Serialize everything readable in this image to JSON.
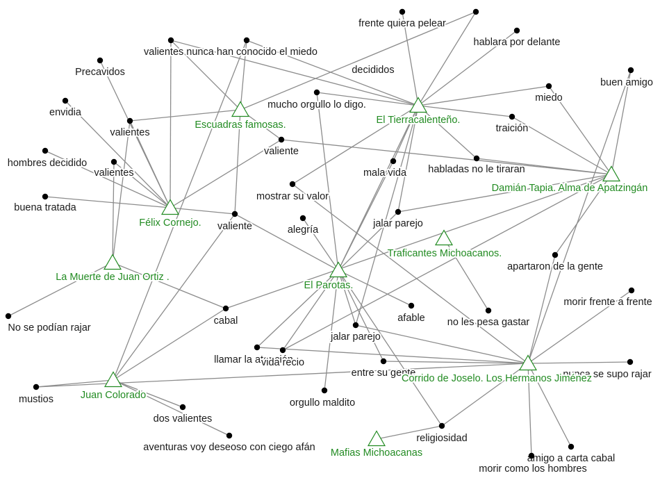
{
  "colors": {
    "edge": "#8c8c8c",
    "concept": "#000000",
    "song": "#228b22"
  },
  "songs": [
    {
      "id": "s_escuadras",
      "label": "Escuadras famosas."
    },
    {
      "id": "s_tierra",
      "label": "El Tierracalenteño."
    },
    {
      "id": "s_felix",
      "label": "Félix Cornejo."
    },
    {
      "id": "s_damian",
      "label": "Damián Tapia. Alma de Apatzingán"
    },
    {
      "id": "s_trafic",
      "label": "Traficantes Michoacanos."
    },
    {
      "id": "s_muerte",
      "label": "La Muerte de Juan Ortiz ."
    },
    {
      "id": "s_parotas",
      "label": "El Parotas."
    },
    {
      "id": "s_joselo",
      "label": "Corrido de Joselo. Los Hermanos Jiménez"
    },
    {
      "id": "s_colorado",
      "label": "Juan Colorado"
    },
    {
      "id": "s_mafias",
      "label": "Mafias Michoacanas"
    }
  ],
  "concepts": [
    {
      "id": "c_frente_quiera",
      "label": "frente quiera pelear"
    },
    {
      "id": "c_blank_top",
      "label": ""
    },
    {
      "id": "c_hablara",
      "label": "hablara por delante"
    },
    {
      "id": "c_valientes_nunca",
      "label": "valientes nunca han conocido el miedo"
    },
    {
      "id": "c_precavidos",
      "label": "Precavidos"
    },
    {
      "id": "c_decididos",
      "label": "decididos"
    },
    {
      "id": "c_buen_amigo",
      "label": "buen amigo"
    },
    {
      "id": "c_mucho_orgullo",
      "label": "mucho orgullo lo digo."
    },
    {
      "id": "c_miedo",
      "label": "miedo"
    },
    {
      "id": "c_envidia",
      "label": "envidia"
    },
    {
      "id": "c_valientes1",
      "label": "valientes"
    },
    {
      "id": "c_traicion",
      "label": "traición"
    },
    {
      "id": "c_valiente_top",
      "label": "valiente"
    },
    {
      "id": "c_hombres",
      "label": "hombres decidido"
    },
    {
      "id": "c_valientes2",
      "label": "valientes"
    },
    {
      "id": "c_mala_vida",
      "label": "mala vida"
    },
    {
      "id": "c_habladas",
      "label": "habladas no le tiraran"
    },
    {
      "id": "c_buena_tratada",
      "label": "buena tratada"
    },
    {
      "id": "c_mostrar",
      "label": "mostrar su valor"
    },
    {
      "id": "c_valiente_mid",
      "label": "valiente"
    },
    {
      "id": "c_jalar1",
      "label": "jalar parejo"
    },
    {
      "id": "c_alegria",
      "label": "alegría"
    },
    {
      "id": "c_apartaron",
      "label": "apartaron de la gente"
    },
    {
      "id": "c_morir_frente",
      "label": "morir frente a frente"
    },
    {
      "id": "c_cabal",
      "label": "cabal"
    },
    {
      "id": "c_afable",
      "label": "afable"
    },
    {
      "id": "c_no_pesa",
      "label": "no les pesa gastar"
    },
    {
      "id": "c_no_rajar",
      "label": "No se podían rajar"
    },
    {
      "id": "c_jalar2",
      "label": "jalar parejo"
    },
    {
      "id": "c_llamar",
      "label": "llamar la atención"
    },
    {
      "id": "c_vida_recio",
      "label": "vida recio"
    },
    {
      "id": "c_entre_gente",
      "label": "entre su gente"
    },
    {
      "id": "c_nunca_rajar",
      "label": "nunca se supo rajar"
    },
    {
      "id": "c_mustios",
      "label": "mustios"
    },
    {
      "id": "c_orgullo_maldito",
      "label": "orgullo maldito"
    },
    {
      "id": "c_dos_valientes",
      "label": "dos valientes"
    },
    {
      "id": "c_aventuras",
      "label": "aventuras voy deseoso con ciego afán"
    },
    {
      "id": "c_religiosidad",
      "label": "religiosidad"
    },
    {
      "id": "c_amigo_cabal",
      "label": "amigo a carta cabal"
    },
    {
      "id": "c_morir_como",
      "label": "morir como los hombres"
    }
  ],
  "edges": [
    [
      "s_escuadras",
      "c_valientes_nunca"
    ],
    [
      "s_escuadras",
      "c_blank_top"
    ],
    [
      "s_escuadras",
      "c_valientes1"
    ],
    [
      "s_escuadras",
      "c_valiente_top"
    ],
    [
      "s_escuadras",
      "c_valiente_mid"
    ],
    [
      "s_escuadras",
      "c_decididos"
    ],
    [
      "s_tierra",
      "c_frente_quiera"
    ],
    [
      "s_tierra",
      "c_hablara"
    ],
    [
      "s_tierra",
      "c_valientes_nunca"
    ],
    [
      "s_tierra",
      "c_decididos"
    ],
    [
      "s_tierra",
      "c_mucho_orgullo"
    ],
    [
      "s_tierra",
      "c_miedo"
    ],
    [
      "s_tierra",
      "c_traicion"
    ],
    [
      "s_tierra",
      "c_habladas"
    ],
    [
      "s_tierra",
      "c_mala_vida"
    ],
    [
      "s_tierra",
      "c_mostrar"
    ],
    [
      "s_tierra",
      "c_jalar1"
    ],
    [
      "s_tierra",
      "c_jalar2"
    ],
    [
      "s_tierra",
      "s_parotas"
    ],
    [
      "s_tierra",
      "c_blank_top"
    ],
    [
      "s_felix",
      "c_precavidos"
    ],
    [
      "s_felix",
      "c_envidia"
    ],
    [
      "s_felix",
      "c_valientes1"
    ],
    [
      "s_felix",
      "c_hombres"
    ],
    [
      "s_felix",
      "c_valientes2"
    ],
    [
      "s_felix",
      "c_buena_tratada"
    ],
    [
      "s_felix",
      "c_valiente_top"
    ],
    [
      "s_felix",
      "c_valiente_mid"
    ],
    [
      "s_felix",
      "c_valientes_nunca"
    ],
    [
      "s_damian",
      "c_buen_amigo"
    ],
    [
      "s_damian",
      "c_miedo"
    ],
    [
      "s_damian",
      "c_traicion"
    ],
    [
      "s_damian",
      "c_habladas"
    ],
    [
      "s_damian",
      "c_valiente_top"
    ],
    [
      "s_damian",
      "c_jalar1"
    ],
    [
      "s_damian",
      "c_apartaron"
    ],
    [
      "s_damian",
      "c_cabal"
    ],
    [
      "s_damian",
      "c_vida_recio"
    ],
    [
      "s_trafic",
      "c_no_pesa"
    ],
    [
      "s_muerte",
      "c_valientes1"
    ],
    [
      "s_muerte",
      "c_valientes2"
    ],
    [
      "s_muerte",
      "c_no_rajar"
    ],
    [
      "s_muerte",
      "c_cabal"
    ],
    [
      "s_parotas",
      "c_mucho_orgullo"
    ],
    [
      "s_parotas",
      "c_valiente_mid"
    ],
    [
      "s_parotas",
      "c_jalar1"
    ],
    [
      "s_parotas",
      "c_alegria"
    ],
    [
      "s_parotas",
      "c_afable"
    ],
    [
      "s_parotas",
      "c_jalar2"
    ],
    [
      "s_parotas",
      "c_llamar"
    ],
    [
      "s_parotas",
      "c_vida_recio"
    ],
    [
      "s_parotas",
      "c_entre_gente"
    ],
    [
      "s_parotas",
      "c_orgullo_maldito"
    ],
    [
      "s_parotas",
      "c_religiosidad"
    ],
    [
      "s_parotas",
      "c_mala_vida"
    ],
    [
      "s_joselo",
      "c_buen_amigo"
    ],
    [
      "s_joselo",
      "c_apartaron"
    ],
    [
      "s_joselo",
      "c_morir_frente"
    ],
    [
      "s_joselo",
      "c_nunca_rajar"
    ],
    [
      "s_joselo",
      "c_amigo_cabal"
    ],
    [
      "s_joselo",
      "c_morir_como"
    ],
    [
      "s_joselo",
      "c_llamar"
    ],
    [
      "s_joselo",
      "c_entre_gente"
    ],
    [
      "s_joselo",
      "c_religiosidad"
    ],
    [
      "s_joselo",
      "c_mostrar"
    ],
    [
      "s_joselo",
      "c_jalar2"
    ],
    [
      "s_joselo",
      "c_mustios"
    ],
    [
      "s_colorado",
      "c_mustios"
    ],
    [
      "s_colorado",
      "c_dos_valientes"
    ],
    [
      "s_colorado",
      "c_aventuras"
    ],
    [
      "s_colorado",
      "c_cabal"
    ],
    [
      "s_colorado",
      "c_valiente_mid"
    ],
    [
      "s_colorado",
      "c_decididos"
    ],
    [
      "s_mafias",
      "c_religiosidad"
    ]
  ]
}
